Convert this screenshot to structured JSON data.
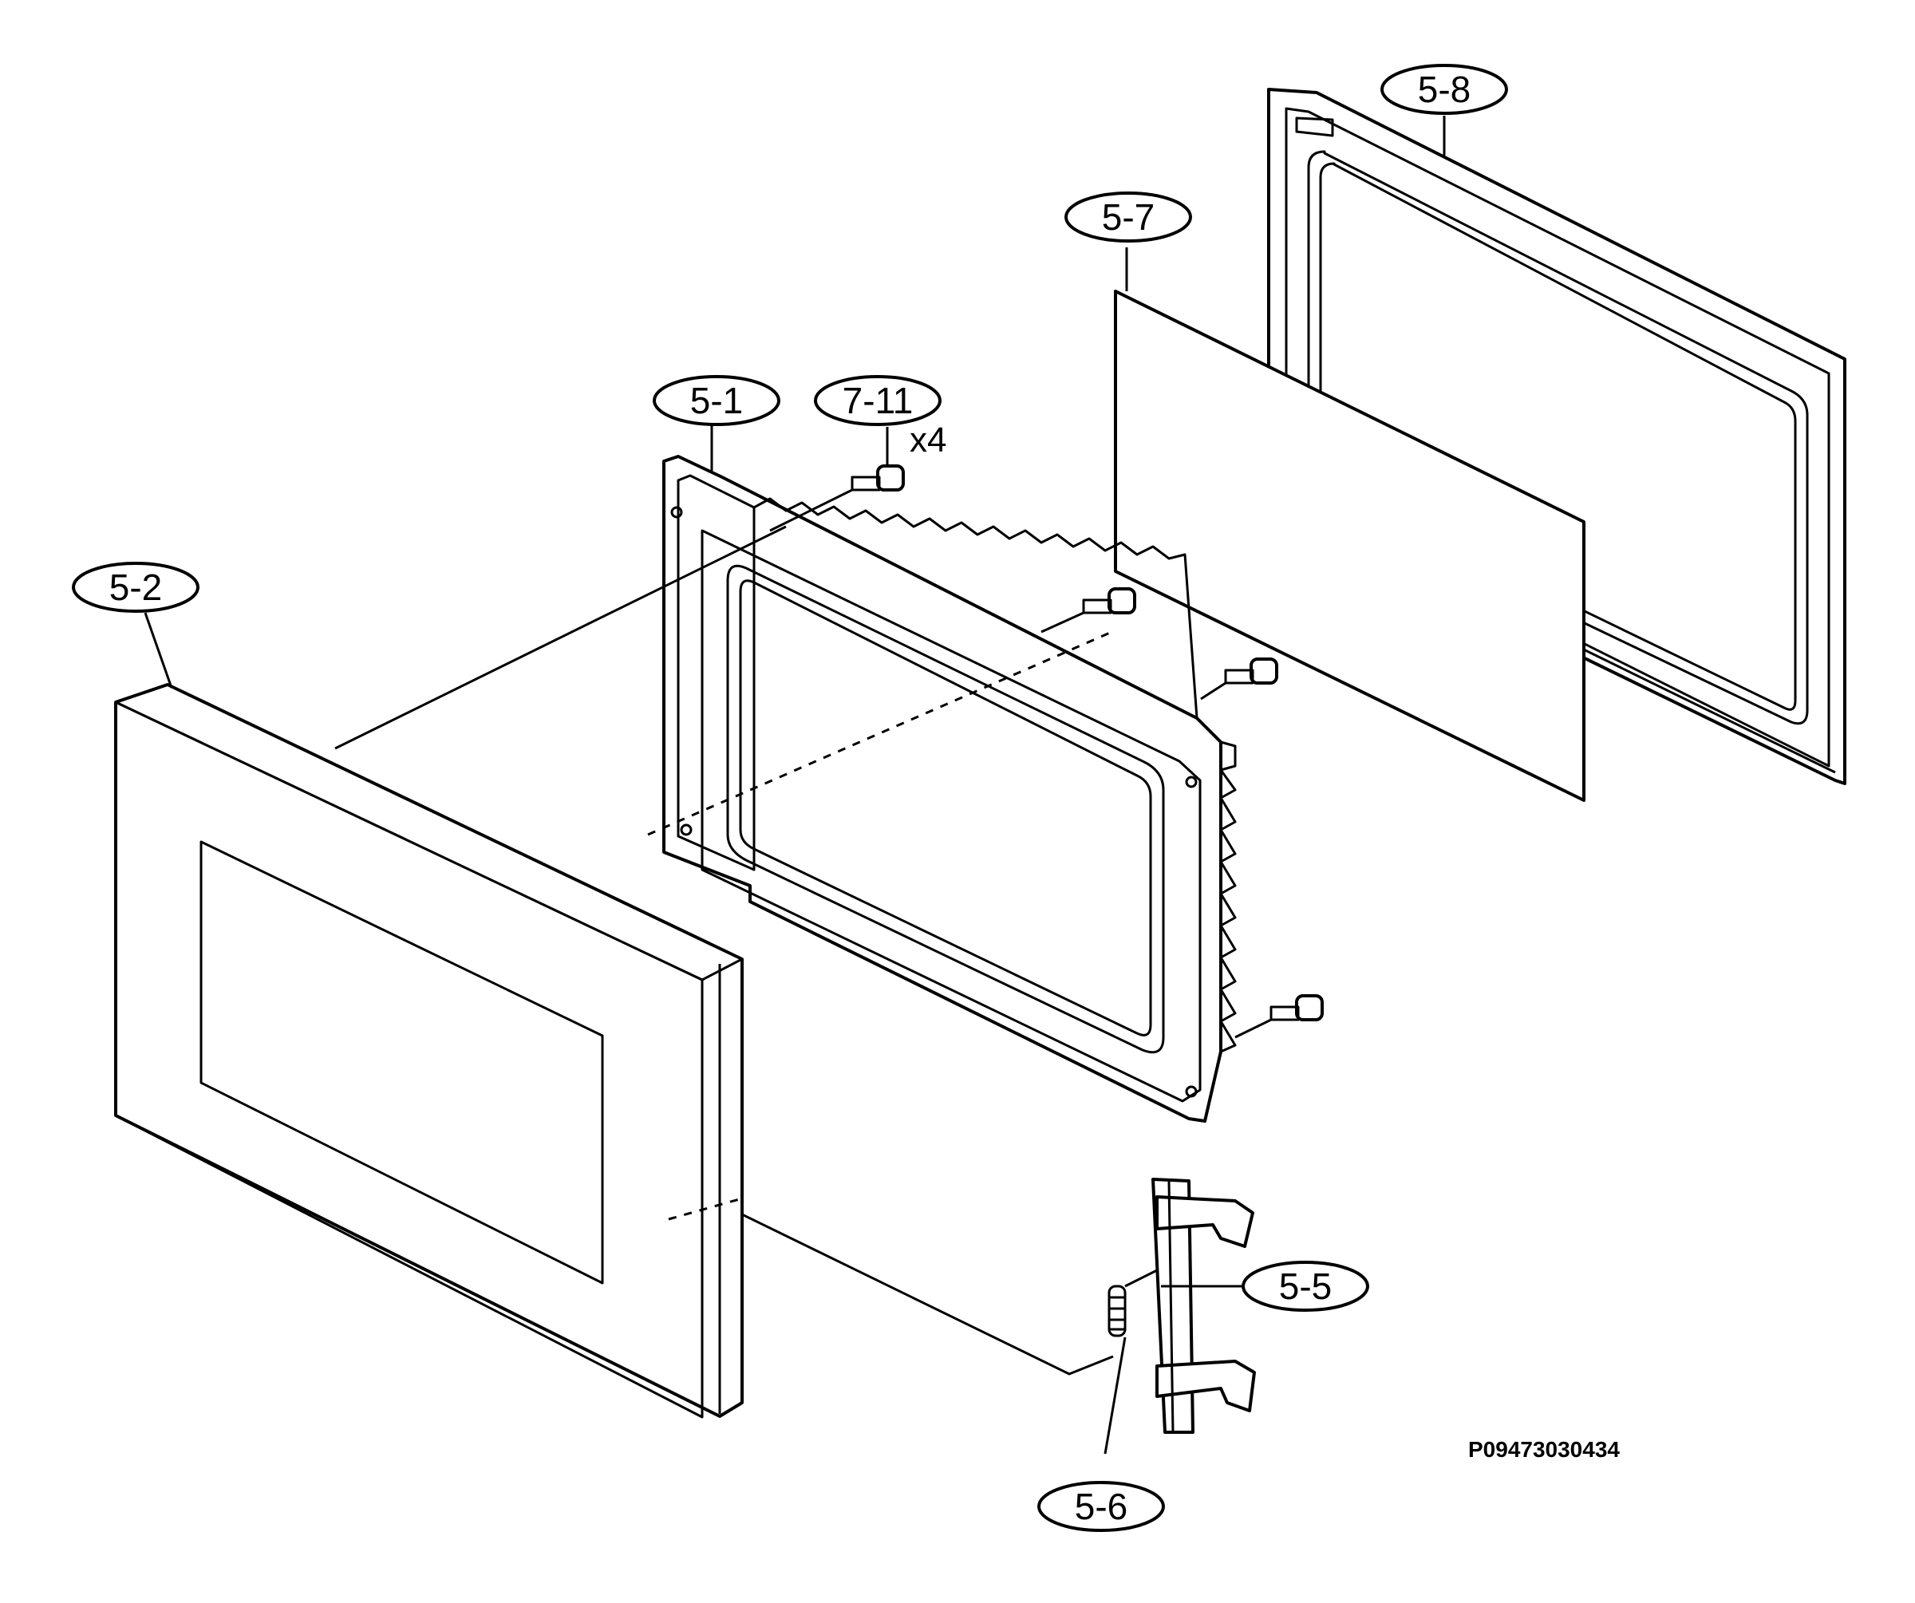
{
  "diagram": {
    "callouts": {
      "c51": "5-1",
      "c52": "5-2",
      "c55": "5-5",
      "c56": "5-6",
      "c57": "5-7",
      "c58": "5-8",
      "c711": "7-11"
    },
    "quantity_note": "x4",
    "drawing_code": "P09473030434"
  }
}
